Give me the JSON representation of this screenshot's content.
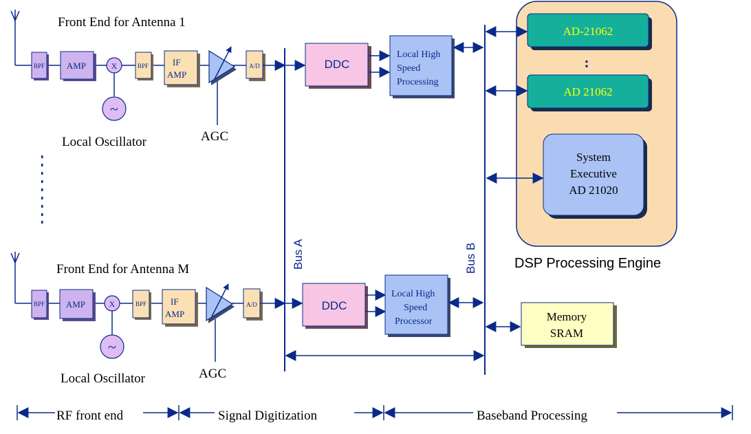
{
  "labels": {
    "front_end_1": "Front End for Antenna 1",
    "front_end_m": "Front End for Antenna M",
    "local_osc_1": "Local Oscillator",
    "local_osc_m": "Local Oscillator",
    "agc_1": "AGC",
    "agc_m": "AGC",
    "bus_a": "Bus A",
    "bus_b": "Bus B",
    "dsp_engine": "DSP Processing Engine"
  },
  "blocks": {
    "bpf": "BPF",
    "amp": "AMP",
    "mixer": "X",
    "osc": "~",
    "if_amp_1": "IF",
    "if_amp_2": "AMP",
    "ad": "A/D",
    "ddc": "DDC",
    "lhsp_1_l1": "Local High",
    "lhsp_1_l2": "Speed",
    "lhsp_1_l3": "Processing",
    "lhsp_m_l1": "Local High",
    "lhsp_m_l2": "Speed",
    "lhsp_m_l3": "Processor",
    "dsp1": "AD-21062",
    "dsp2": "AD 21062",
    "dsp_dots": ":",
    "sys_l1": "System",
    "sys_l2": "Executive",
    "sys_l3": "AD 21020",
    "mem_l1": "Memory",
    "mem_l2": "SRAM"
  },
  "sections": {
    "rf": "RF front end",
    "digitization": "Signal Digitization",
    "baseband": "Baseband Processing"
  },
  "colors": {
    "line": "#0a2a8a",
    "bpf": "#cdb4ee",
    "amp": "#cdb4ee",
    "osc": "#ddbdf4",
    "if_ad": "#fbe0b4",
    "ddc": "#f6c6e4",
    "processor": "#aac3f4",
    "dsp_chip": "#14b09c",
    "dsp_chip_text": "#ffff00",
    "engine_bg": "#fbdcb0",
    "memory": "#ffffc4"
  }
}
